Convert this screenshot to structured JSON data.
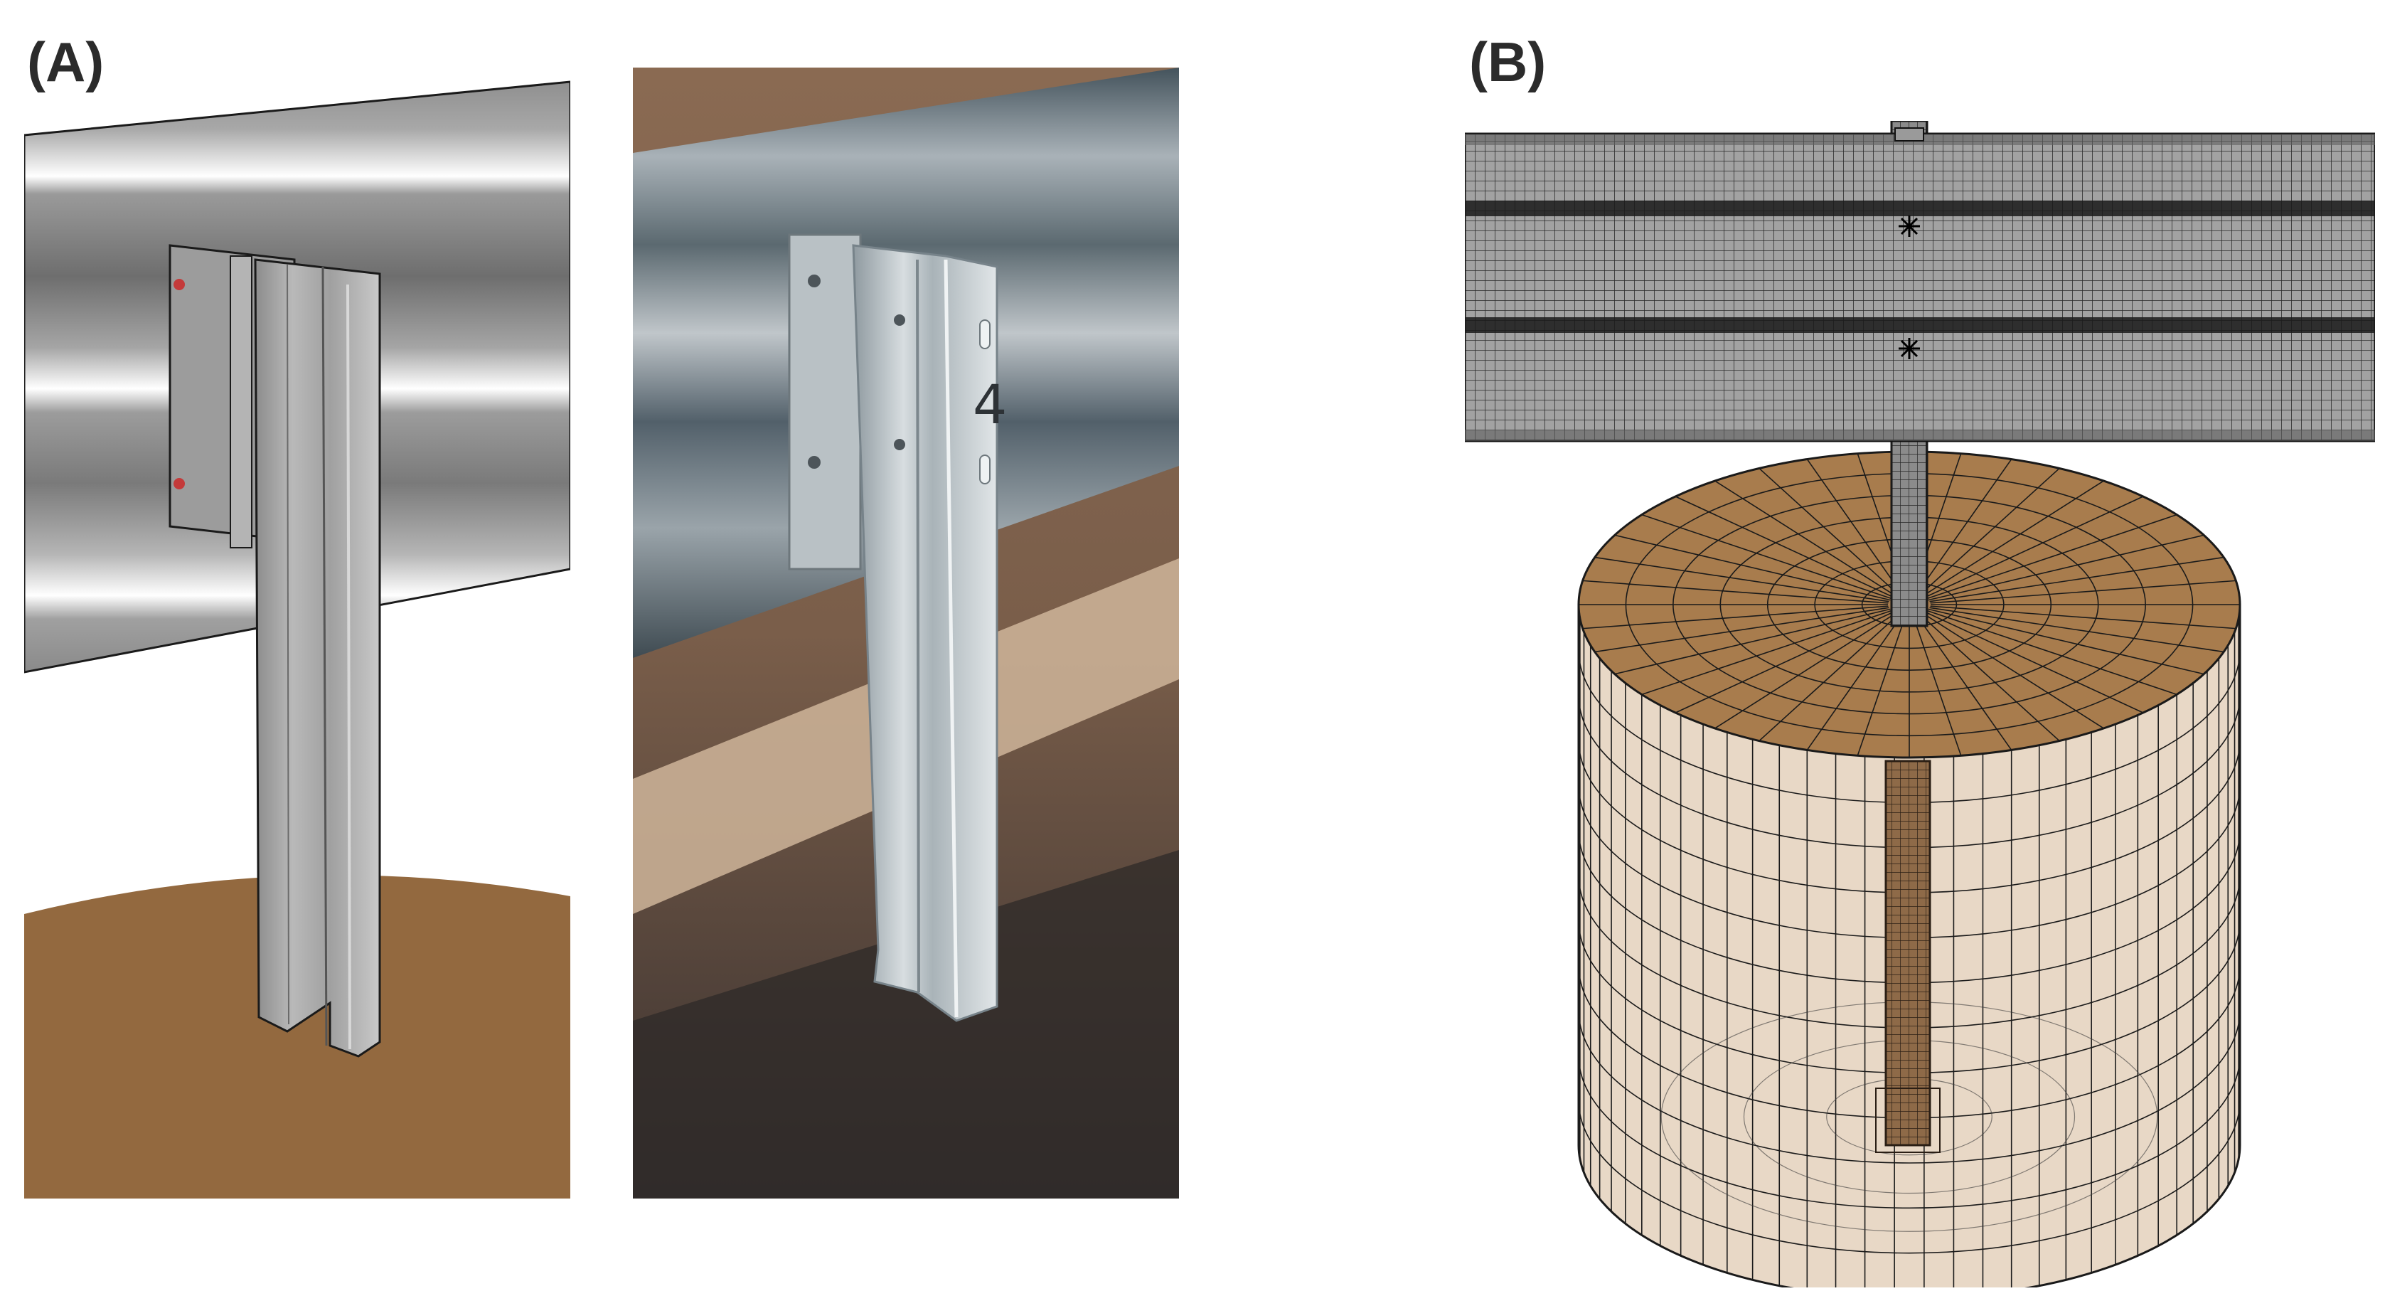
{
  "figure": {
    "panel_a_label": "(A)",
    "panel_b_label": "(B)",
    "photo_post_marking": "4"
  },
  "colors": {
    "soil": "#93693f",
    "soil_top_mesh": "#a87c4d",
    "soil_body": "#e8d8c6",
    "steel_model": "#a4a4a4",
    "steel_rail_dark": "#6f6f6f",
    "bolt": "#c43a3a",
    "rail_mesh": "#9a9a9a"
  },
  "icons": {
    "model_view": "guardrail-post-model",
    "photo_view": "guardrail-post-photo",
    "mesh_view": "finite-element-mesh"
  }
}
